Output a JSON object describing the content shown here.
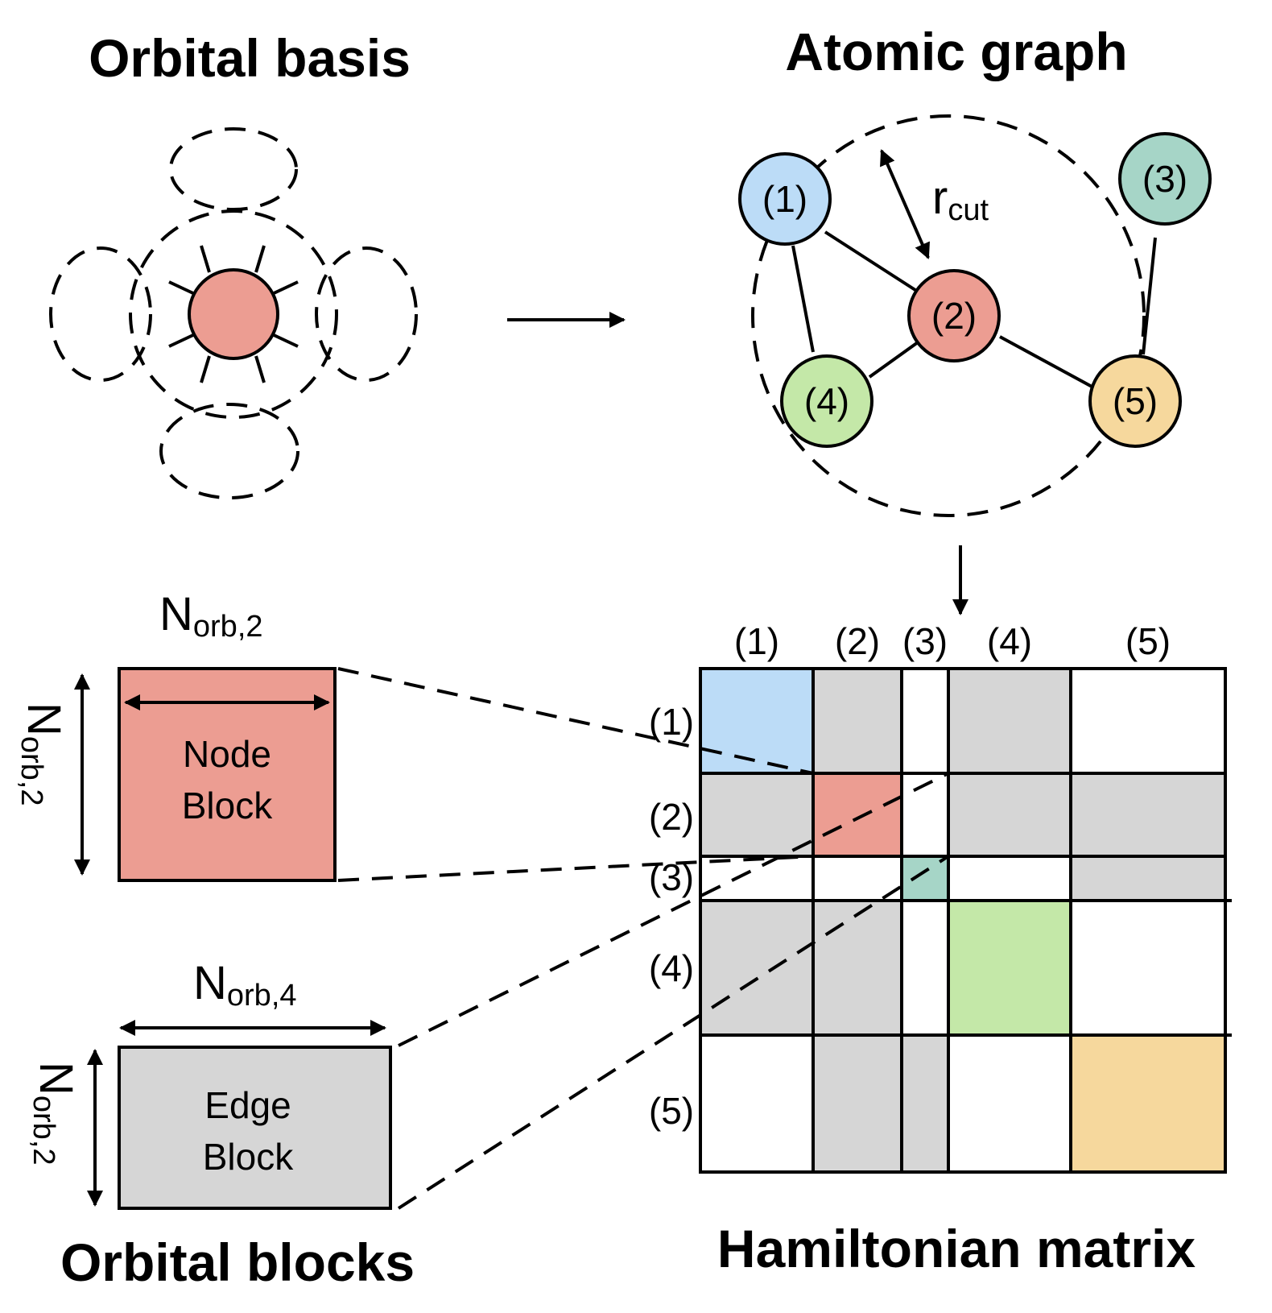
{
  "titles": {
    "orbital_basis": "Orbital basis",
    "atomic_graph": "Atomic graph",
    "orbital_blocks": "Orbital blocks",
    "hamiltonian_matrix": "Hamiltonian matrix"
  },
  "graph": {
    "cutoff_label": "r",
    "cutoff_sub": "cut",
    "nodes": [
      {
        "label": "(1)",
        "color": "#bcdcf7"
      },
      {
        "label": "(2)",
        "color": "#ec9d92"
      },
      {
        "label": "(3)",
        "color": "#a6d5c7"
      },
      {
        "label": "(4)",
        "color": "#c4e8a8"
      },
      {
        "label": "(5)",
        "color": "#f6d89d"
      }
    ]
  },
  "matrix": {
    "col_labels": [
      "(1)",
      "(2)",
      "(3)",
      "(4)",
      "(5)"
    ],
    "row_labels": [
      "(1)",
      "(2)",
      "(3)",
      "(4)",
      "(5)"
    ],
    "edge_color": "#d6d6d6"
  },
  "blocks": {
    "node_block": {
      "line1": "Node",
      "line2": "Block",
      "color": "#ec9d92"
    },
    "edge_block": {
      "line1": "Edge",
      "line2": "Block",
      "color": "#d6d6d6"
    },
    "node_width": {
      "main": "N",
      "sub": "orb,2"
    },
    "node_height": {
      "main": "N",
      "sub": "orb,2"
    },
    "edge_width": {
      "main": "N",
      "sub": "orb,4"
    },
    "edge_height": {
      "main": "N",
      "sub": "orb,2"
    }
  }
}
